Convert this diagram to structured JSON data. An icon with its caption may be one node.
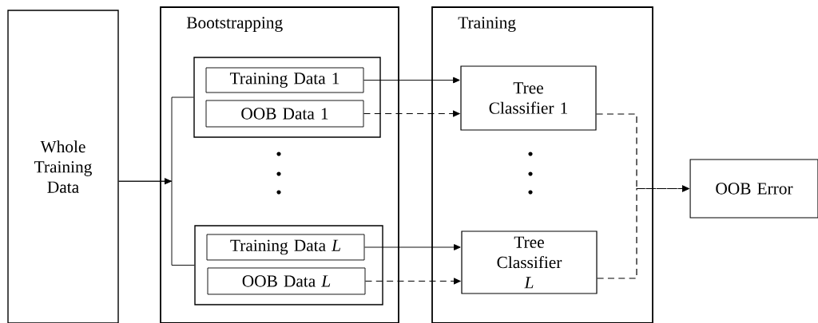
{
  "diagram": {
    "nodes": [
      {
        "text": [
          "Whole Training Data"
        ]
      },
      {
        "text": [
          "Bootstrapping"
        ]
      },
      {
        "text": [],
        "shape": "box",
        "in": 1
      },
      {
        "text": [
          "Training Data 1"
        ],
        "in": 2
      },
      {
        "text": [
          "OOB Data 1"
        ],
        "in": 2
      },
      {
        "text": [],
        "shape": "box",
        "in": 1
      },
      {
        "text": [
          "Training Data *L*"
        ],
        "in": 5
      },
      {
        "text": [
          "OOB Data *L*"
        ],
        "in": 5
      },
      {
        "text": [
          "Training"
        ]
      },
      {
        "text": [
          "Tree Classifier 1"
        ],
        "in": 8
      },
      {
        "text": [
          "Tree Classifier *L*"
        ],
        "in": 8
      },
      {
        "text": [
          "OOB Error"
        ]
      }
    ],
    "edges": [
      {
        "from": 0,
        "to": 2,
        "arrow": "to"
      },
      {
        "from": 0,
        "to": 5,
        "arrow": "to"
      },
      {
        "from": 3,
        "to": 9,
        "arrow": "to"
      },
      {
        "from": 4,
        "to": 9,
        "arrow": "to",
        "style": "dashed"
      },
      {
        "from": 6,
        "to": 10,
        "arrow": "to"
      },
      {
        "from": 7,
        "to": 10,
        "arrow": "to",
        "style": "dashed"
      },
      {
        "from": 9,
        "to": 11,
        "arrow": "to",
        "style": "dashed"
      },
      {
        "from": 10,
        "to": 11,
        "arrow": "to",
        "style": "dashed"
      }
    ]
  }
}
